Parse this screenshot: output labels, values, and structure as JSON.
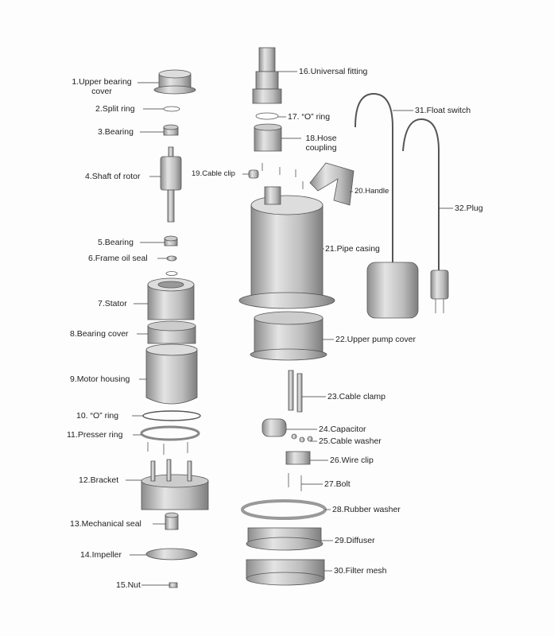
{
  "parts": {
    "p1": "1.Upper bearing cover",
    "p2": "2.Split ring",
    "p3": "3.Bearing",
    "p4": "4.Shaft of rotor",
    "p5": "5.Bearing",
    "p6": "6.Frame oil seal",
    "p7": "7.Stator",
    "p8": "8.Bearing cover",
    "p9": "9.Motor housing",
    "p10": "10. “O” ring",
    "p11": "11.Presser ring",
    "p12": "12.Bracket",
    "p13": "13.Mechanical seal",
    "p14": "14.Impeller",
    "p15": "15.Nut",
    "p16": "16.Universal fitting",
    "p17": "17. “O” ring",
    "p18": "18.Hose coupling",
    "p19": "19.Cable clip",
    "p20": "20.Handle",
    "p21": "21.Pipe casing",
    "p22": "22.Upper pump cover",
    "p23": "23.Cable clamp",
    "p24": "24.Capacitor",
    "p25": "25.Cable washer",
    "p26": "26.Wire clip",
    "p27": "27.Bolt",
    "p28": "28.Rubber washer",
    "p29": "29.Diffuser",
    "p30": "30.Filter mesh",
    "p31": "31.Float switch",
    "p32": "32.Plug"
  }
}
